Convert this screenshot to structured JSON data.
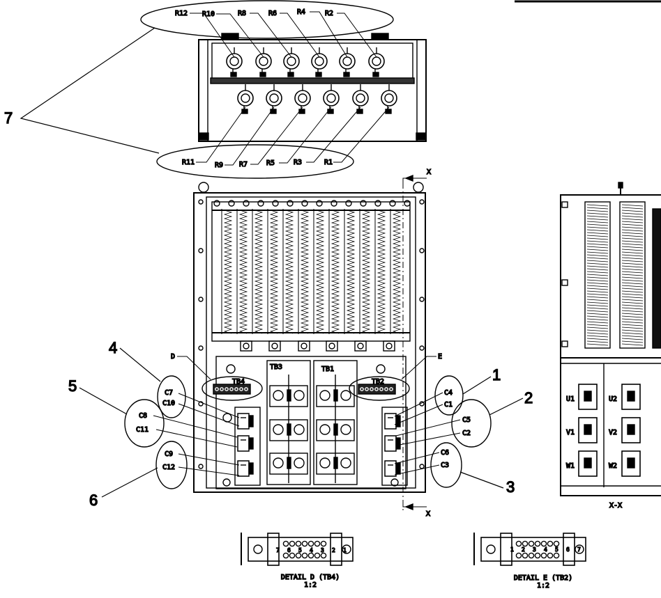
{
  "callouts": {
    "c1": "1",
    "c2": "2",
    "c3": "3",
    "c4": "4",
    "c5": "5",
    "c6": "6",
    "c7": "7"
  },
  "top_view": {
    "upper_labels": [
      "R12",
      "R10",
      "R8",
      "R6",
      "R4",
      "R2"
    ],
    "lower_labels": [
      "R11",
      "R9",
      "R7",
      "R5",
      "R3",
      "R1"
    ]
  },
  "main_view": {
    "section_mark": "X",
    "detail_d_mark": "D",
    "detail_e_mark": "E",
    "terminal_blocks": {
      "tb4": "TB4",
      "tb3": "TB3",
      "tb1": "TB1",
      "tb2": "TB2"
    },
    "left_caps": [
      "C7",
      "C10",
      "C8",
      "C11",
      "C9",
      "C12"
    ],
    "right_caps": [
      "C4",
      "C1",
      "C5",
      "C2",
      "C6",
      "C3"
    ]
  },
  "side_view": {
    "caption": "X-X",
    "terminals": [
      "U1",
      "U2",
      "V1",
      "V2",
      "W1",
      "W2"
    ]
  },
  "detail_d": {
    "title": "DETAIL D (TB4)",
    "scale": "1:2",
    "numbers": [
      "7",
      "6",
      "5",
      "4",
      "3",
      "2",
      "1"
    ]
  },
  "detail_e": {
    "title": "DETAIL E (TB2)",
    "scale": "1:2",
    "numbers": [
      "1",
      "2",
      "3",
      "4",
      "5",
      "6",
      "7"
    ]
  }
}
